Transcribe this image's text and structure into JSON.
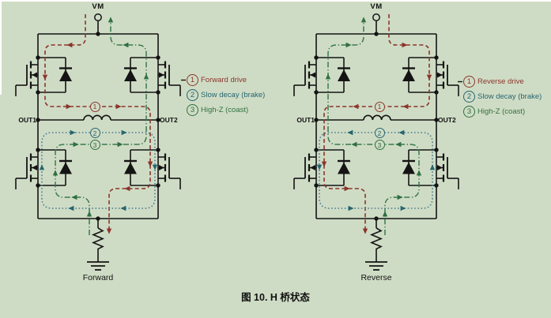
{
  "colors": {
    "background": "#cfdcc5",
    "wire": "#141414",
    "drive": "#8b352c",
    "slow_decay": "#26656f",
    "slow_decay_path": "#4c7d92",
    "high_z": "#2f7040",
    "high_z_path": "#3a7a4e"
  },
  "diagrams": [
    {
      "vm_label": "VM",
      "out1_label": "OUT1",
      "out2_label": "OUT2",
      "state_label": "Forward",
      "legend": [
        {
          "num": "1",
          "label": "Forward drive"
        },
        {
          "num": "2",
          "label": "Slow decay (brake)"
        },
        {
          "num": "3",
          "label": "High-Z (coast)"
        }
      ]
    },
    {
      "vm_label": "VM",
      "out1_label": "OUT1",
      "out2_label": "OUT2",
      "state_label": "Reverse",
      "legend": [
        {
          "num": "1",
          "label": "Reverse drive"
        },
        {
          "num": "2",
          "label": "Slow decay (brake)"
        },
        {
          "num": "3",
          "label": "High-Z (coast)"
        }
      ]
    }
  ],
  "caption": {
    "text": "图 10.  H 桥状态"
  }
}
